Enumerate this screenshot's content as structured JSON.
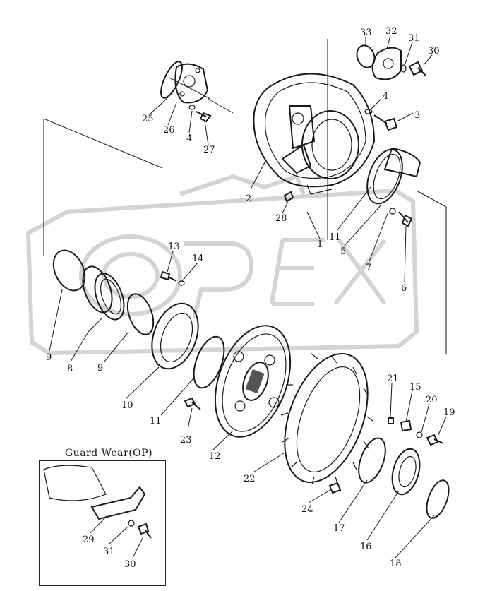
{
  "inset": {
    "title": "Guard Wear(OP)"
  },
  "watermark": "OPEX",
  "callouts": [
    {
      "id": "c33",
      "text": "33"
    },
    {
      "id": "c32",
      "text": "32"
    },
    {
      "id": "c31a",
      "text": "31"
    },
    {
      "id": "c30a",
      "text": "30"
    },
    {
      "id": "c4a",
      "text": "4"
    },
    {
      "id": "c3",
      "text": "3"
    },
    {
      "id": "c25",
      "text": "25"
    },
    {
      "id": "c26",
      "text": "26"
    },
    {
      "id": "c4b",
      "text": "4"
    },
    {
      "id": "c27",
      "text": "27"
    },
    {
      "id": "c2",
      "text": "2"
    },
    {
      "id": "c28",
      "text": "28"
    },
    {
      "id": "c1",
      "text": "1"
    },
    {
      "id": "c11a",
      "text": "11"
    },
    {
      "id": "c5",
      "text": "5"
    },
    {
      "id": "c7",
      "text": "7"
    },
    {
      "id": "c6",
      "text": "6"
    },
    {
      "id": "c13",
      "text": "13"
    },
    {
      "id": "c14",
      "text": "14"
    },
    {
      "id": "c9a",
      "text": "9"
    },
    {
      "id": "c8",
      "text": "8"
    },
    {
      "id": "c9b",
      "text": "9"
    },
    {
      "id": "c10",
      "text": "10"
    },
    {
      "id": "c11b",
      "text": "11"
    },
    {
      "id": "c23",
      "text": "23"
    },
    {
      "id": "c12",
      "text": "12"
    },
    {
      "id": "c21",
      "text": "21"
    },
    {
      "id": "c15",
      "text": "15"
    },
    {
      "id": "c20",
      "text": "20"
    },
    {
      "id": "c19",
      "text": "19"
    },
    {
      "id": "c22",
      "text": "22"
    },
    {
      "id": "c24",
      "text": "24"
    },
    {
      "id": "c17",
      "text": "17"
    },
    {
      "id": "c16",
      "text": "16"
    },
    {
      "id": "c18",
      "text": "18"
    },
    {
      "id": "c29",
      "text": "29"
    },
    {
      "id": "c31b",
      "text": "31"
    },
    {
      "id": "c30b",
      "text": "30"
    }
  ]
}
